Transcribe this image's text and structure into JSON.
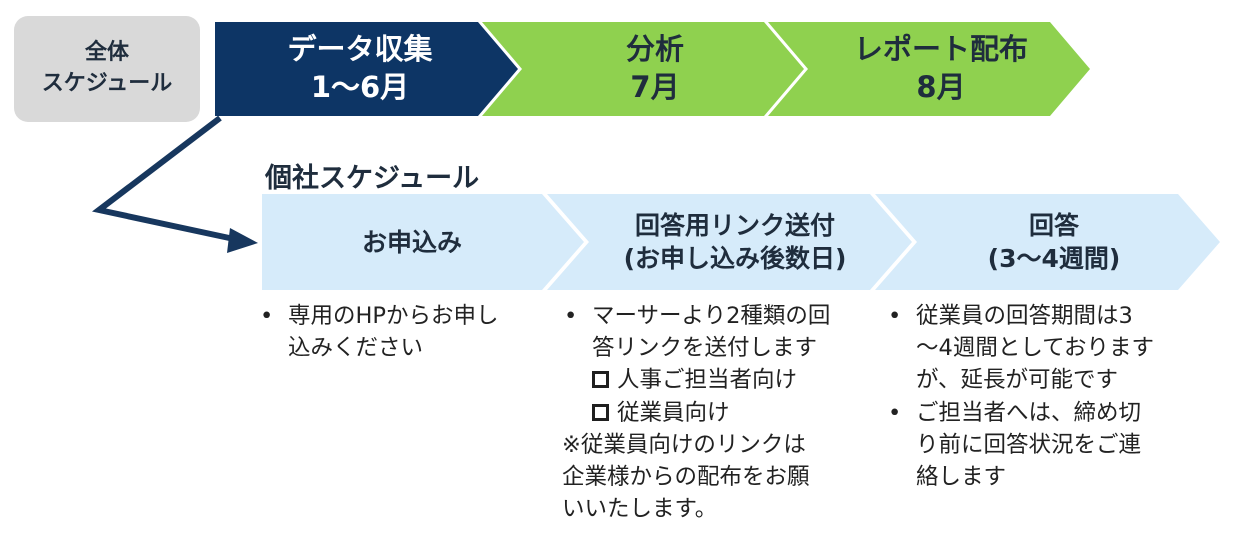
{
  "overall": {
    "label_lines": [
      "全体",
      "スケジュール"
    ]
  },
  "phases": [
    {
      "title": "データ収集",
      "period": "1～6月",
      "color": "#0d3565"
    },
    {
      "title": "分析",
      "period": "7月",
      "color": "#8fd14f"
    },
    {
      "title": "レポート配布",
      "period": "8月",
      "color": "#8fd14f"
    }
  ],
  "company": {
    "title": "個社スケジュール",
    "steps": [
      {
        "lines": [
          "お申込み"
        ],
        "color": "#d6ebfa"
      },
      {
        "lines": [
          "回答用リンク送付",
          "(お申し込み後数日)"
        ],
        "color": "#d6ebfa"
      },
      {
        "lines": [
          "回答",
          "(3～4週間)"
        ],
        "color": "#d6ebfa"
      }
    ]
  },
  "details": {
    "col1": {
      "bullets": [
        {
          "lines": [
            "専用のHPからお申し",
            "込みください"
          ]
        }
      ]
    },
    "col2": {
      "bullets": [
        {
          "lines": [
            "マーサーより2種類の回",
            "答リンクを送付します"
          ]
        }
      ],
      "checklist": [
        "人事ご担当者向け",
        "従業員向け"
      ],
      "note_lines": [
        "※従業員向けのリンクは",
        "企業様からの配布をお願",
        "いいたします。"
      ]
    },
    "col3": {
      "bullets": [
        {
          "lines": [
            "従業員の回答期間は3",
            "～4週間としております",
            "が、延長が可能です"
          ]
        },
        {
          "lines": [
            "ご担当者へは、締め切",
            "り前に回答状況をご連",
            "絡します"
          ]
        }
      ]
    }
  },
  "colors": {
    "overall_box": "#d9d9d9",
    "connector": "#17375e"
  }
}
